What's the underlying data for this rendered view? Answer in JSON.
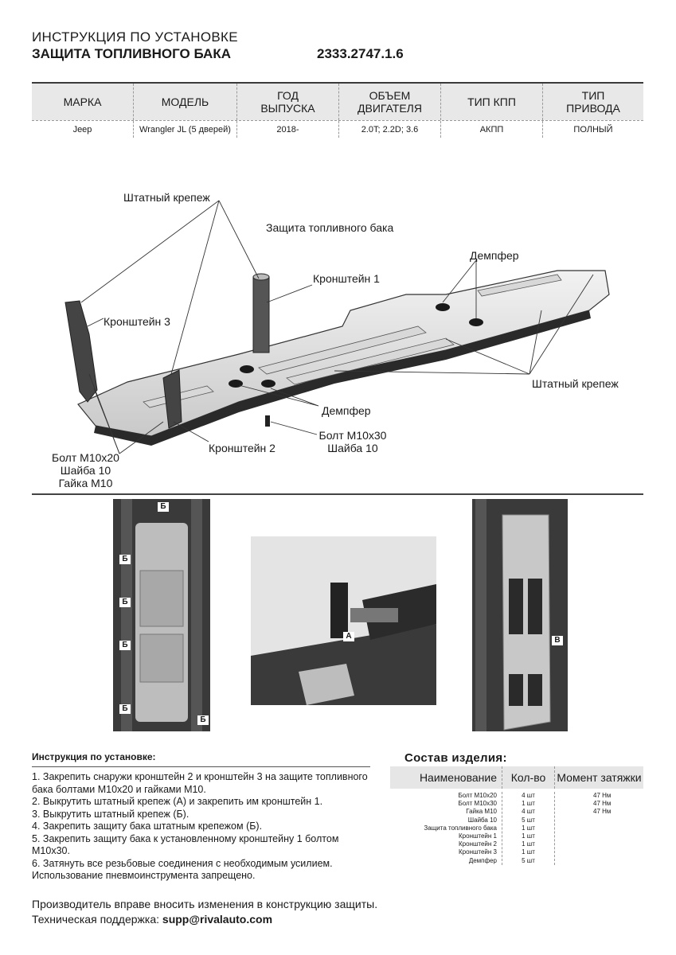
{
  "header": {
    "line1": "ИНСТРУКЦИЯ ПО УСТАНОВКЕ",
    "line2": "ЗАЩИТА ТОПЛИВНОГО БАКА",
    "code": "2333.2747.1.6"
  },
  "spec_table": {
    "headers": [
      "МАРКА",
      "МОДЕЛЬ",
      "ГОД\nВЫПУСКА",
      "ОБЪЕМ\nДВИГАТЕЛЯ",
      "ТИП КПП",
      "ТИП\nПРИВОДА"
    ],
    "row": [
      "Jeep",
      "Wrangler JL (5 дверей)",
      "2018-",
      "2.0T; 2.2D; 3.6",
      "АКПП",
      "ПОЛНЫЙ"
    ]
  },
  "diagram": {
    "labels": {
      "std_fastener_top": "Штатный крепеж",
      "guard": "Защита топливного бака",
      "damper_top": "Демпфер",
      "bracket1": "Кронштейн 1",
      "bracket3": "Кронштейн 3",
      "std_fastener_right": "Штатный крепеж",
      "damper_mid": "Демпфер",
      "bolt30": "Болт М10х30",
      "washer30": "Шайба 10",
      "bracket2": "Кронштейн 2",
      "bolt20": "Болт М10х20",
      "washer20": "Шайба 10",
      "nut": "Гайка М10"
    }
  },
  "photos": {
    "p1_marks": [
      "Б",
      "Б",
      "Б",
      "Б",
      "Б",
      "Б"
    ],
    "p2_mark": "А",
    "p3_mark": "В"
  },
  "instructions": {
    "title": "Инструкция по установке:",
    "steps": [
      "1. Закрепить снаружи кронштейн 2 и кронштейн 3 на защите топливного бака болтами М10х20 и гайками М10.",
      "2. Выкрутить штатный крепеж (А) и закрепить им кронштейн 1.",
      "3. Выкрутить штатный крепеж (Б).",
      "4. Закрепить защиту бака штатным крепежом (Б).",
      "5. Закрепить защиту бака к установленному кронштейну 1 болтом М10х30.",
      "6. Затянуть все резьбовые соединения с необходимым усилием. Использование пневмоинструмента запрещено."
    ]
  },
  "composition": {
    "title": "Состав изделия:",
    "headers": {
      "name": "Наименование",
      "qty": "Кол-во",
      "torque": "Момент затяжки"
    },
    "items": [
      {
        "name": "Болт М10х20",
        "qty": "4 шт",
        "torque": "47 Нм"
      },
      {
        "name": "Болт М10х30",
        "qty": "1 шт",
        "torque": "47 Нм"
      },
      {
        "name": "Гайка М10",
        "qty": "4 шт",
        "torque": "47 Нм"
      },
      {
        "name": "Шайба 10",
        "qty": "5 шт",
        "torque": ""
      },
      {
        "name": "Защита топливного бака",
        "qty": "1 шт",
        "torque": ""
      },
      {
        "name": "Кронштейн 1",
        "qty": "1 шт",
        "torque": ""
      },
      {
        "name": "Кронштейн 2",
        "qty": "1 шт",
        "torque": ""
      },
      {
        "name": "Кронштейн 3",
        "qty": "1 шт",
        "torque": ""
      },
      {
        "name": "Демпфер",
        "qty": "5 шт",
        "torque": ""
      }
    ]
  },
  "footer": {
    "line1": "Производитель вправе вносить изменения в конструкцию защиты.",
    "support_label": "Техническая поддержка: ",
    "support_email": "supp@rivalauto.com"
  }
}
